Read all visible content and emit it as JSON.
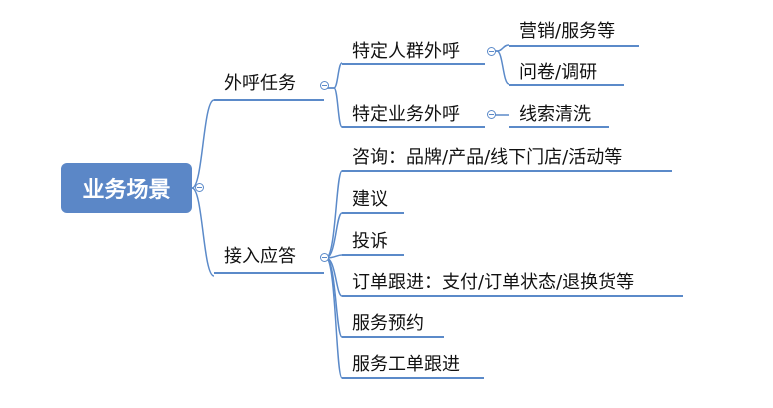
{
  "root": {
    "label": "业务场景"
  },
  "branches": [
    {
      "label": "外呼任务",
      "children": [
        {
          "label": "特定人群外呼",
          "children": [
            {
              "label": "营销/服务等"
            },
            {
              "label": "问卷/调研"
            }
          ]
        },
        {
          "label": "特定业务外呼",
          "children": [
            {
              "label": "线索清洗"
            }
          ]
        }
      ]
    },
    {
      "label": "接入应答",
      "children": [
        {
          "label": "咨询：品牌/产品/线下门店/活动等"
        },
        {
          "label": "建议"
        },
        {
          "label": "投诉"
        },
        {
          "label": "订单跟进：支付/订单状态/退换货等"
        },
        {
          "label": "服务预约"
        },
        {
          "label": "服务工单跟进"
        }
      ]
    }
  ],
  "colors": {
    "root_fill": "#5b87c7",
    "connector": "#5b8ac9",
    "text": "#111111"
  }
}
